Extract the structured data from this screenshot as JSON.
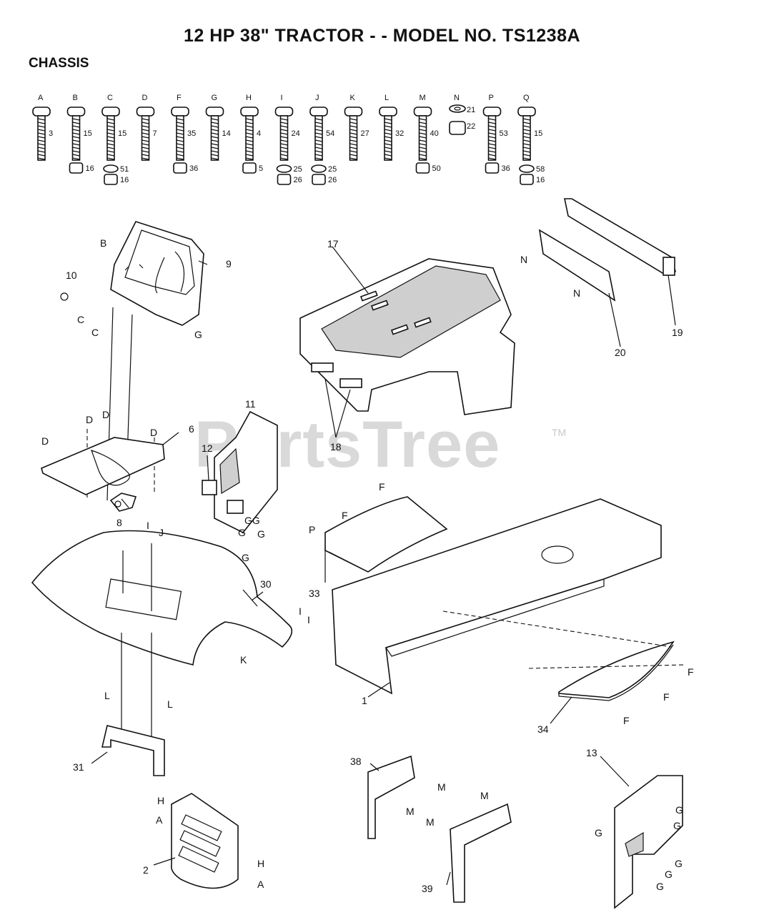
{
  "title": "12 HP 38\" TRACTOR - - MODEL NO.  TS1238A",
  "section": "CHASSIS",
  "watermark": "PartsTree",
  "watermark_tm": "TM",
  "hardware": [
    {
      "letter": "A",
      "num": "3"
    },
    {
      "letter": "B",
      "num": "15",
      "nut": "16"
    },
    {
      "letter": "C",
      "num": "15",
      "washer": "51",
      "nut": "16"
    },
    {
      "letter": "D",
      "num": "7"
    },
    {
      "letter": "F",
      "num": "35",
      "nut": "36"
    },
    {
      "letter": "G",
      "num": "14"
    },
    {
      "letter": "H",
      "num": "4",
      "nut": "5"
    },
    {
      "letter": "I",
      "num": "24",
      "washer": "25",
      "nut": "26"
    },
    {
      "letter": "J",
      "num": "54",
      "washer": "25",
      "nut": "26"
    },
    {
      "letter": "K",
      "num": "27"
    },
    {
      "letter": "L",
      "num": "32"
    },
    {
      "letter": "M",
      "num": "40",
      "nut": "50"
    },
    {
      "letter": "N",
      "num": "21",
      "nut": "22"
    },
    {
      "letter": "P",
      "num": "53",
      "nut": "36"
    },
    {
      "letter": "Q",
      "num": "15",
      "washer": "58",
      "nut": "16"
    }
  ],
  "part_numbers": [
    "1",
    "2",
    "6",
    "8",
    "9",
    "10",
    "11",
    "12",
    "13",
    "17",
    "18",
    "19",
    "20",
    "30",
    "31",
    "33",
    "34",
    "38",
    "39"
  ],
  "callouts": {
    "B": "B",
    "C": "C",
    "D": "D",
    "F": "F",
    "G": "G",
    "GG": "GG",
    "H": "H",
    "A": "A",
    "I": "I",
    "J": "J",
    "K": "K",
    "L": "L",
    "M": "M",
    "N": "N",
    "P": "P"
  }
}
